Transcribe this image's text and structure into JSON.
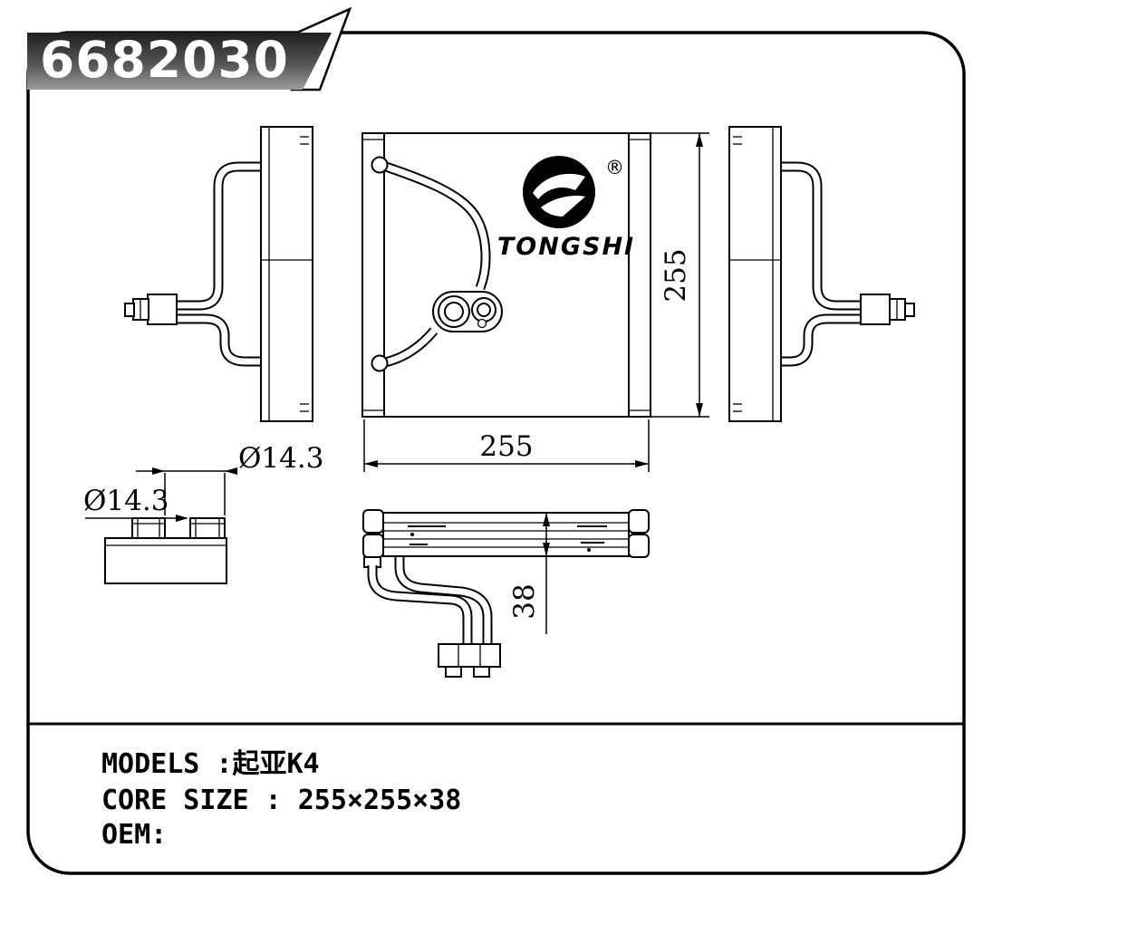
{
  "title_block": {
    "part_number": "6682030"
  },
  "logo": {
    "brand": "TONGSHI",
    "registered_mark": "®"
  },
  "dimensions": {
    "core_height": "255",
    "core_width": "255",
    "core_depth": "38",
    "pipe_diameter_top": "Ø14.3",
    "pipe_diameter_left": "Ø14.3"
  },
  "specs": {
    "lines": [
      "MODELS :起亚K4",
      "CORE SIZE : 255×255×38",
      "OEM:"
    ]
  },
  "colors": {
    "line": "#000000",
    "background": "#ffffff",
    "banner_top": "#1f1f1f",
    "banner_mid": "#555555",
    "banner_bottom": "#9c9c9c"
  }
}
